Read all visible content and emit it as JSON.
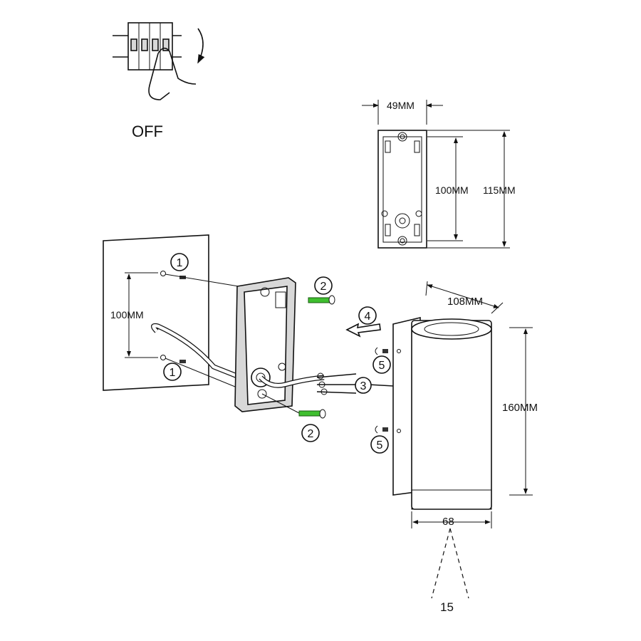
{
  "breaker": {
    "label": "OFF"
  },
  "plate_dims": {
    "width": "49MM",
    "inner_height": "100MM",
    "outer_height": "115MM"
  },
  "wall": {
    "hole_spacing": "100MM"
  },
  "lamp_dims": {
    "depth": "108MM",
    "height": "160MM",
    "diameter": "68",
    "beam_angle": "15"
  },
  "steps": {
    "s1a": "1",
    "s1b": "1",
    "s2a": "2",
    "s2b": "2",
    "s3": "3",
    "s4": "4",
    "s5a": "5",
    "s5b": "5"
  },
  "colors": {
    "screw": "#3fbf2f"
  }
}
